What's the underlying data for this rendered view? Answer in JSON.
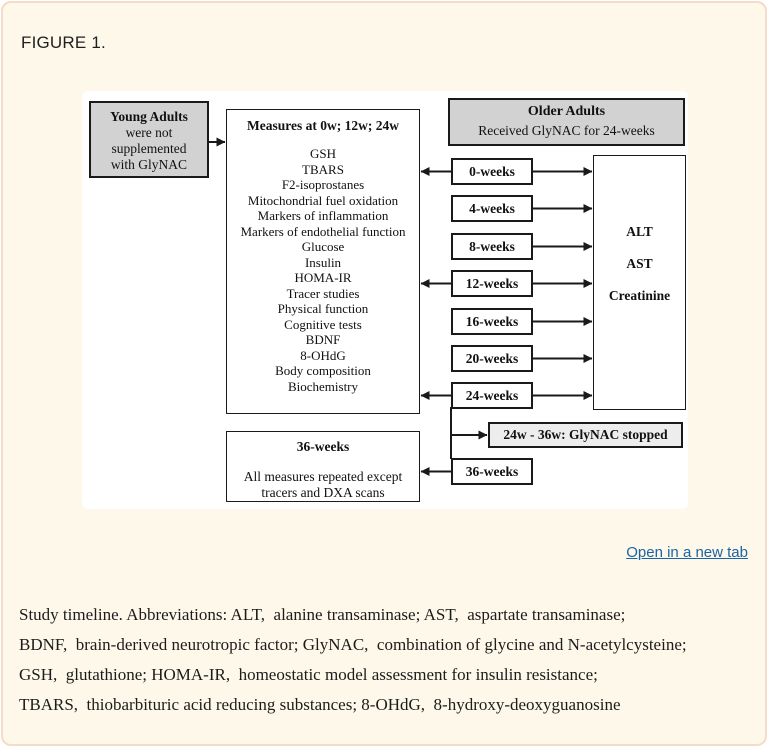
{
  "page": {
    "figure_label": "FIGURE 1.",
    "open_link_label": "Open in a new tab",
    "caption_lines": [
      "Study timeline. Abbreviations: ALT,  alanine transaminase; AST,  aspartate transaminase;",
      "BDNF,  brain-derived neurotropic factor; GlyNAC,  combination of glycine and N-acetylcysteine;",
      "GSH,  glutathione; HOMA-IR,  homeostatic model assessment for insulin resistance;",
      "TBARS,  thiobarbituric acid reducing substances; 8-OHdG,  8-hydroxy-deoxyguanosine"
    ]
  },
  "diagram": {
    "young_adults": {
      "lines": [
        "Young Adults",
        "were not",
        "supplemented",
        "with GlyNAC"
      ]
    },
    "measures": {
      "title": "Measures at 0w; 12w; 24w",
      "items": [
        "GSH",
        "TBARS",
        "F2-isoprostanes",
        "Mitochondrial fuel oxidation",
        "Markers of inflammation",
        "Markers of endothelial function",
        "Glucose",
        "Insulin",
        "HOMA-IR",
        "Tracer studies",
        "Physical function",
        "Cognitive tests",
        "BDNF",
        "8-OHdG",
        "Body composition",
        "Biochemistry"
      ]
    },
    "older_adults": {
      "title": "Older Adults",
      "subtitle": "Received GlyNAC for 24-weeks"
    },
    "timepoints": [
      "0-weeks",
      "4-weeks",
      "8-weeks",
      "12-weeks",
      "16-weeks",
      "20-weeks",
      "24-weeks"
    ],
    "timepoints_linked_to_measures": [
      "0-weeks",
      "12-weeks",
      "24-weeks"
    ],
    "labs": [
      "ALT",
      "AST",
      "Creatinine"
    ],
    "stopped_label": "24w - 36w: GlyNAC stopped",
    "week36_label": "36-weeks",
    "followup": {
      "title": "36-weeks",
      "lines": [
        "All measures repeated except",
        "tracers and DXA scans"
      ]
    }
  },
  "colors": {
    "page_background": "#fdf8e9",
    "page_border": "#f4dcc9",
    "figure_background": "#ffffff",
    "box_gray": "#d2d2d2",
    "box_stopped_gray": "#ededed",
    "line_black": "#1a1a1a",
    "link_blue": "#1a64a5"
  }
}
